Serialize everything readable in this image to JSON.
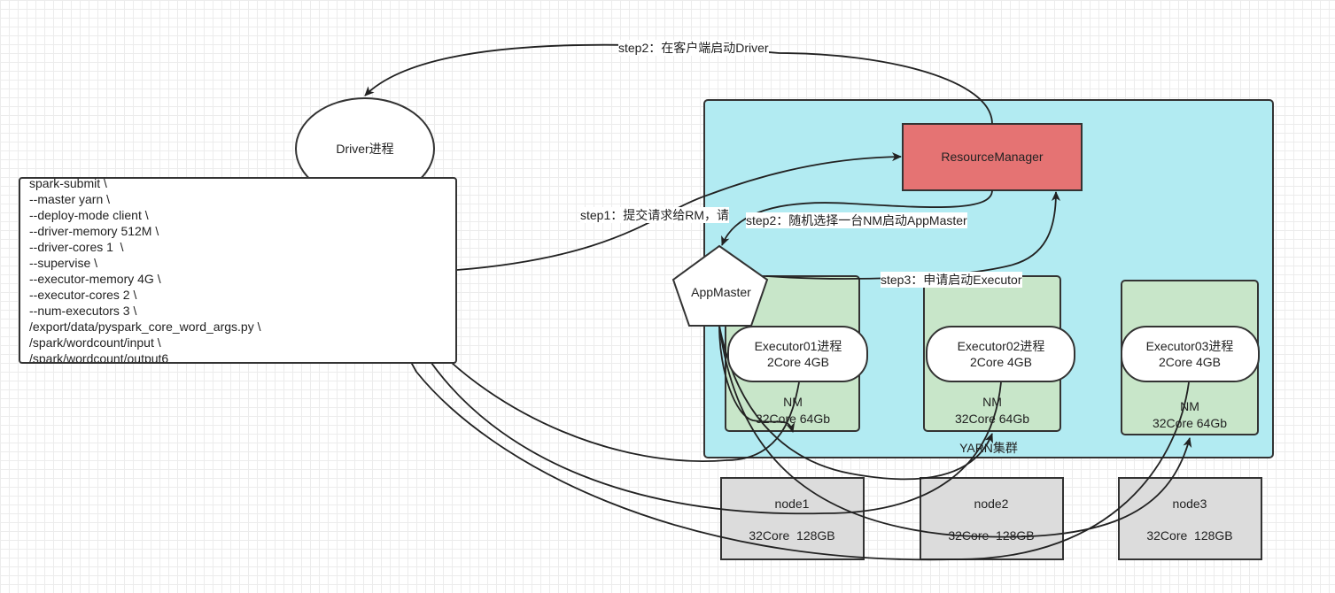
{
  "driver": {
    "label": "Driver进程"
  },
  "command": {
    "lines": [
      "spark-submit \\",
      "--master yarn \\",
      "--deploy-mode client \\",
      "--driver-memory 512M \\",
      "--driver-cores 1  \\",
      "--supervise \\",
      "--executor-memory 4G \\",
      "--executor-cores 2 \\",
      "--num-executors 3 \\",
      "/export/data/pyspark_core_word_args.py \\",
      "/spark/wordcount/input \\",
      "/spark/wordcount/output6"
    ]
  },
  "cluster": {
    "label": "YARN集群",
    "resource_manager": "ResourceManager",
    "app_master": "AppMaster",
    "node_managers": [
      {
        "title": "NM",
        "spec": "32Core 64Gb",
        "executor_name": "Executor01进程",
        "executor_spec": "2Core 4GB"
      },
      {
        "title": "NM",
        "spec": "32Core 64Gb",
        "executor_name": "Executor02进程",
        "executor_spec": "2Core 4GB"
      },
      {
        "title": "NM",
        "spec": "32Core 64Gb",
        "executor_name": "Executor03进程",
        "executor_spec": "2Core 4GB"
      }
    ]
  },
  "nodes": [
    {
      "name": "node1",
      "spec": "32Core  128GB"
    },
    {
      "name": "node2",
      "spec": "32Core  128GB"
    },
    {
      "name": "node3",
      "spec": "32Core  128GB"
    }
  ],
  "edge_labels": {
    "rm_to_driver": "step2：在客户端启动Driver",
    "submit": "step1：提交请求给RM，请",
    "start_am": "step2：随机选择一台NM启动AppMaster",
    "request_exec": "step3：申请启动Executor"
  },
  "colors": {
    "cluster_fill": "#b2ebf2",
    "rm_fill": "#e57373",
    "nm_fill": "#c8e6c9",
    "node_fill": "#dcdcdc"
  }
}
